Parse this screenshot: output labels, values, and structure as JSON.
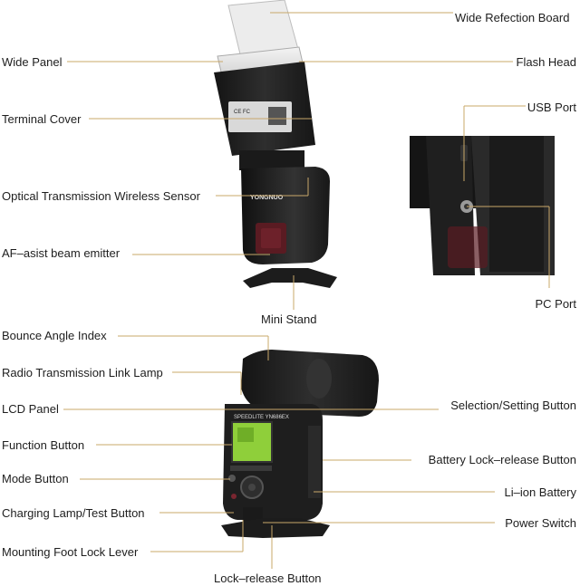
{
  "labels": {
    "wide_reflection_board": "Wide Refection Board",
    "wide_panel": "Wide Panel",
    "flash_head": "Flash Head",
    "terminal_cover": "Terminal Cover",
    "usb_port": "USB Port",
    "optical_sensor": "Optical Transmission Wireless Sensor",
    "af_assist": "AF–asist beam emitter",
    "pc_port": "PC Port",
    "mini_stand": "Mini Stand",
    "bounce_angle_index": "Bounce Angle Index",
    "radio_link_lamp": "Radio Transmission Link Lamp",
    "lcd_panel": "LCD Panel",
    "selection_setting_button": "Selection/Setting Button",
    "function_button": "Function Button",
    "battery_lock_release": "Battery Lock–release Button",
    "mode_button": "Mode Button",
    "li_ion_battery": "Li–ion Battery",
    "charging_lamp_test": "Charging Lamp/Test Button",
    "power_switch": "Power Switch",
    "mounting_foot_lock": "Mounting Foot Lock Lever",
    "lock_release_button": "Lock–release Button"
  },
  "device_text": {
    "brand": "YONGNUO",
    "model": "SPEEDLITE YN686EX"
  },
  "colors": {
    "leader_line": "#c9a86a",
    "body_dark": "#1c1c1c",
    "body_mid": "#2b2b2b",
    "lcd_green": "#8fcf3a",
    "af_red": "#6b1b22"
  }
}
